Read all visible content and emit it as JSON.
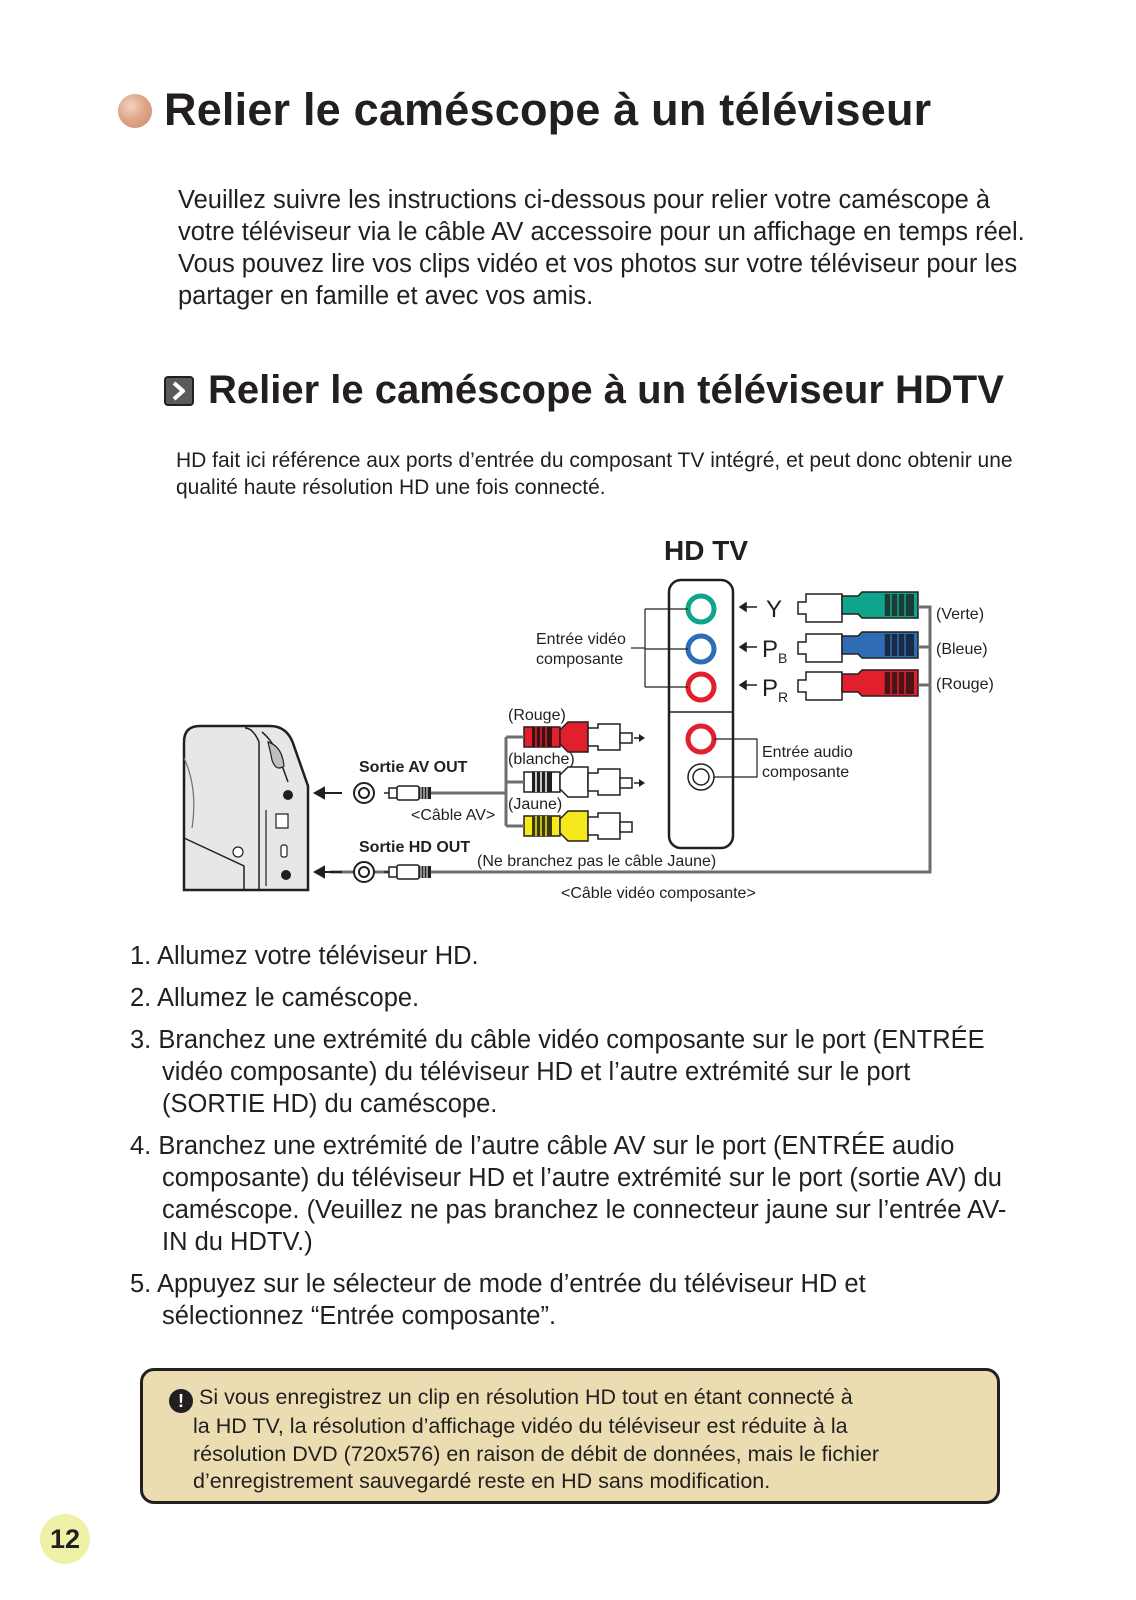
{
  "page": {
    "title": "Relier le caméscope à un téléviseur",
    "intro": "Veuillez suivre les instructions ci-dessous pour relier votre caméscope à votre téléviseur via le câble AV accessoire pour un affichage en temps réel. Vous pouvez lire vos clips vidéo et vos photos sur votre téléviseur pour les partager en famille et avec vos amis.",
    "subtitle": "Relier le caméscope à un téléviseur HDTV",
    "hd_note": "HD fait ici référence aux ports d’entrée du composant TV intégré, et peut donc obtenir une qualité haute résolution HD une fois connecté.",
    "page_number": "12"
  },
  "diagram": {
    "tv_title": "HD TV",
    "video_in_label": [
      "Entrée vidéo",
      "composante"
    ],
    "audio_in_label": [
      "Entrée audio",
      "composante"
    ],
    "y_label": "Y",
    "pb_label": "P",
    "pb_sub": "B",
    "pr_label": "P",
    "pr_sub": "R",
    "verte": "(Verte)",
    "bleue": "(Bleue)",
    "rouge_right": "(Rouge)",
    "rouge_left": "(Rouge)",
    "blanche": "(blanche)",
    "jaune": "(Jaune)",
    "av_out": "Sortie AV OUT",
    "hd_out": "Sortie HD OUT",
    "av_cable": "<Câble AV>",
    "no_yellow": "(Ne branchez pas le câble Jaune)",
    "component_cable": "<Câble vidéo composante>",
    "colors": {
      "green": "#0fa58c",
      "blue": "#2e6db6",
      "red": "#e2202d",
      "yellow": "#f5e81c",
      "white": "#ffffff"
    }
  },
  "steps": [
    "1. Allumez votre téléviseur HD.",
    "2. Allumez le caméscope.",
    "3. Branchez une extrémité du câble vidéo composante sur le port (ENTRÉE vidéo composante) du téléviseur HD et l’autre extrémité sur le port (SORTIE HD) du caméscope.",
    "4. Branchez une extrémité de l’autre câble AV sur le port (ENTRÉE audio composante) du téléviseur HD et l’autre extrémité sur le port (sortie AV) du caméscope. (Veuillez ne pas branchez le connecteur jaune sur l’entrée AV-IN du HDTV.)",
    "5. Appuyez sur le sélecteur de mode d’entrée du téléviseur HD et sélectionnez “Entrée composante”."
  ],
  "note": {
    "icon": "exclamation-icon",
    "lines": [
      "Si vous enregistrez un clip en résolution HD tout en étant connecté à",
      "la HD TV, la résolution d’affichage vidéo du téléviseur est réduite à la",
      "résolution DVD (720x576) en raison de débit de données, mais le fichier",
      "d’enregistrement sauvegardé reste en HD sans modification."
    ]
  }
}
